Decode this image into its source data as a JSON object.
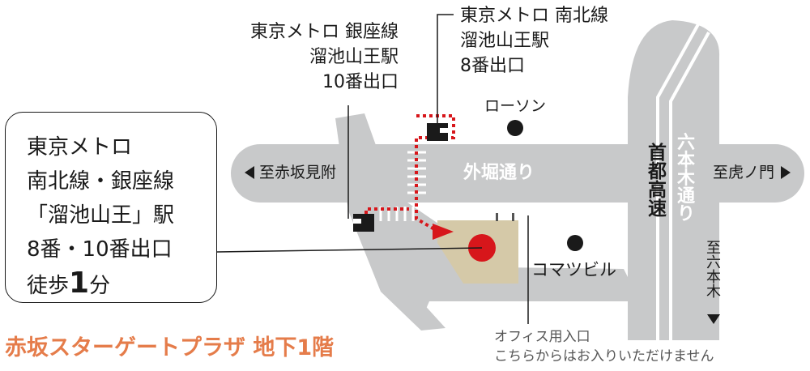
{
  "callout": {
    "line1": "東京メトロ",
    "line2": "南北線・銀座線",
    "line3": "「溜池山王」駅",
    "line4": "8番・10番出口",
    "walk_prefix": "徒歩",
    "walk_minutes": "1",
    "walk_suffix": "分"
  },
  "exit10": {
    "l1": "東京メトロ 銀座線",
    "l2": "溜池山王駅",
    "l3": "10番出口"
  },
  "exit8": {
    "l1": "東京メトロ 南北線",
    "l2": "溜池山王駅",
    "l3": "8番出口"
  },
  "roads": {
    "main": "外堀通り",
    "west": "至赤坂見附",
    "east": "至虎ノ門",
    "south_chars": [
      "至",
      "六",
      "本",
      "木"
    ],
    "expressway_chars": [
      "首",
      "都",
      "高",
      "速"
    ],
    "roppongi_chars": [
      "六",
      "本",
      "木",
      "通",
      "り"
    ]
  },
  "landmarks": {
    "lawson": "ローソン",
    "komatsu": "コマツビル"
  },
  "building": {
    "name": "赤坂スターゲートプラザ 地下1階"
  },
  "office": {
    "l1": "オフィス用入口",
    "l2": "こちらからはお入りいただけません"
  },
  "colors": {
    "road": "#c8c9ca",
    "building": "#d5c9a8",
    "marker": "#d7161b",
    "route": "#d7161b",
    "title": "#e57c4a",
    "expressway_stripe": "#ffffff"
  }
}
